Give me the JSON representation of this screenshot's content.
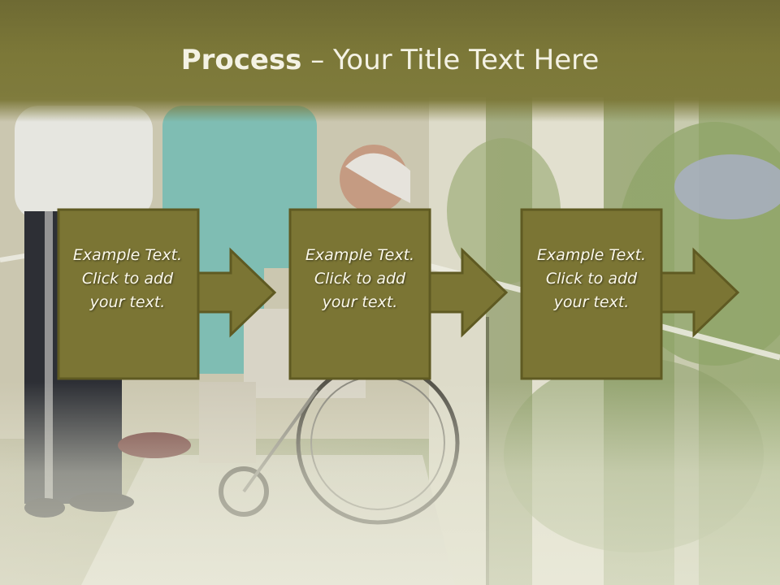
{
  "slide": {
    "title_strong": "Process",
    "title_rest": " – Your Title Text Here"
  },
  "steps": [
    {
      "lines": [
        "Example Text.",
        "Click  to add",
        "your text."
      ]
    },
    {
      "lines": [
        "Example Text.",
        "Click  to add",
        "your text."
      ]
    },
    {
      "lines": [
        "Example Text.",
        "Click  to add",
        "your text."
      ]
    }
  ],
  "colors": {
    "title_band": "#7c7838",
    "box_fill": "#7b7534",
    "box_border": "#5f5a22",
    "text": "#fbf8ea"
  }
}
